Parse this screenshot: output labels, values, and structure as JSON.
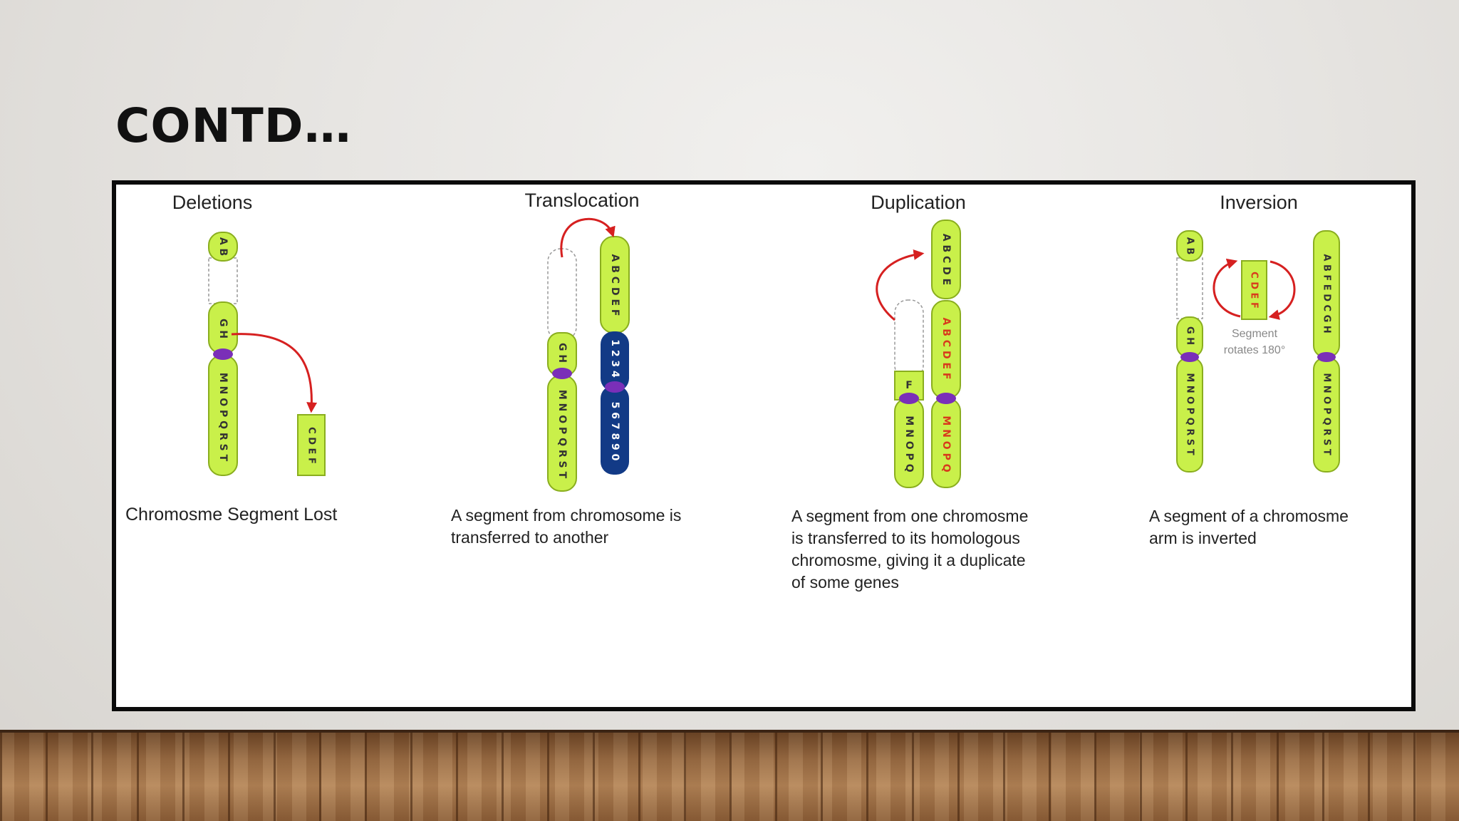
{
  "slide": {
    "title": "CONTD…"
  },
  "colors": {
    "chromosome_green": "#c9f04a",
    "chromosome_outline": "#8aae1e",
    "centromere": "#7a2fb8",
    "arrow": "#d62020",
    "foreign_chromosome": "#123a86",
    "duplicated_letters": "#d83a1c"
  },
  "panels": [
    {
      "title": "Deletions",
      "caption": "Chromosme Segment Lost",
      "chromosome_labels": [
        "A B",
        "G H",
        "M N O P Q R S T"
      ],
      "fragment_labels": [
        "C D E F"
      ]
    },
    {
      "title": "Translocation",
      "caption": "A segment from chromosome is\ntransferred to another",
      "chromosome_a_labels": [
        "G H",
        "M N O P Q R S T"
      ],
      "chromosome_b_labels": [
        "A B C D E F",
        "1 2 3 4",
        "5 6 7 8 9 0"
      ]
    },
    {
      "title": "Duplication",
      "caption": "A segment from one chromosme\nis transferred to its homologous\nchromosme, giving it a duplicate\nof some  genes",
      "chromosome_a_labels": [
        "F",
        "M N O P Q"
      ],
      "chromosome_b_labels": [
        "A B C D E",
        "A B C D E F",
        "M N O P Q"
      ]
    },
    {
      "title": "Inversion",
      "caption": "A segment of a chromosme\narm is inverted",
      "segment_note": "Segment\nrotates 180°",
      "chromosome_a_labels": [
        "A B",
        "G H",
        "M N O P Q R S T"
      ],
      "rotating_segment_labels": [
        "C D E F"
      ],
      "chromosome_b_labels": [
        "A B F E D C G H",
        "M N O P Q R S T"
      ]
    }
  ]
}
